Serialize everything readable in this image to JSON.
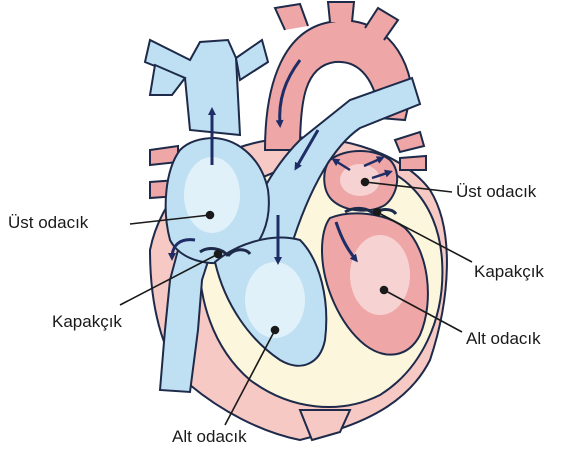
{
  "labels": {
    "left_upper_chamber": "Üst odacık",
    "left_valve": "Kapakçık",
    "bottom_chamber": "Alt odacık",
    "right_upper_chamber": "Üst odacık",
    "right_valve": "Kapakçık",
    "right_lower_chamber": "Alt odacık"
  },
  "colors": {
    "outline": "#1e2a4a",
    "arrow": "#1f2d66",
    "blue_fill": "#bfe0f3",
    "blue_light": "#e1f1fa",
    "red_fill": "#eea6a6",
    "red_light": "#f7d2d2",
    "pericardium": "#fbf6dc"
  }
}
